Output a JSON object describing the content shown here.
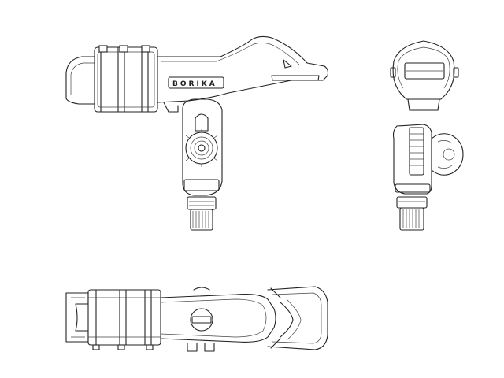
{
  "drawing": {
    "brand_text": "BORIKA",
    "line_color": "#222222",
    "background": "#ffffff",
    "views": [
      "side-view",
      "end-view",
      "top-view"
    ]
  }
}
